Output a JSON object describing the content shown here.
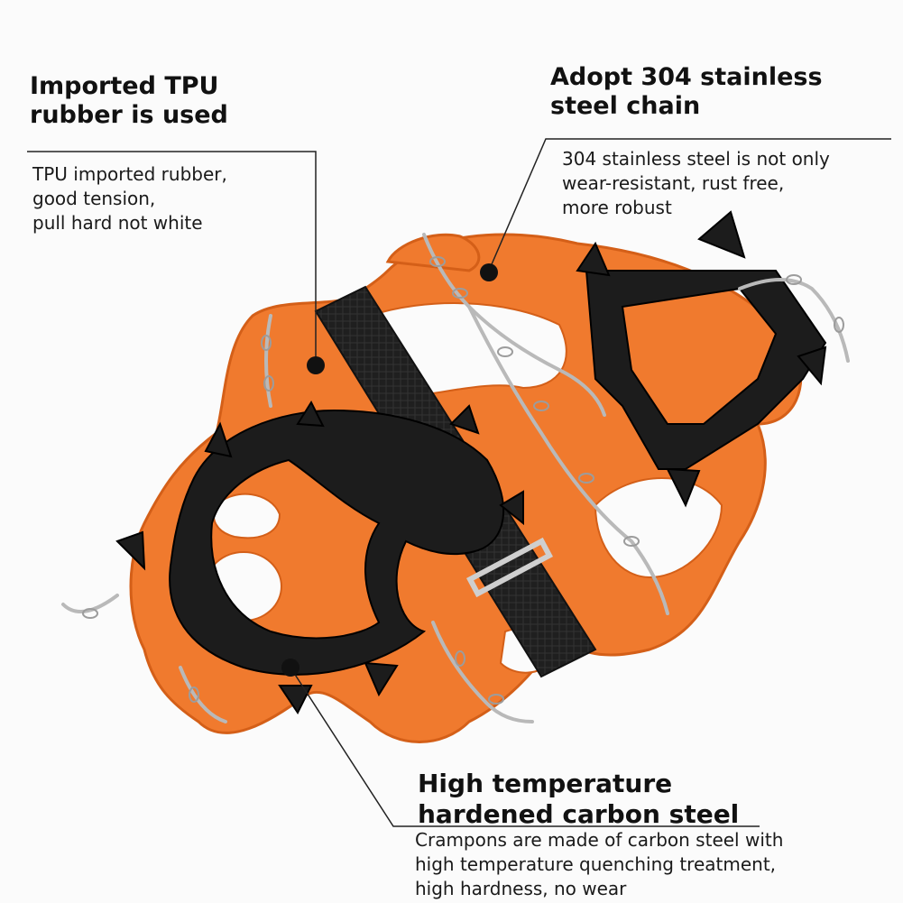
{
  "callouts": {
    "tpu": {
      "title_lines": [
        "Imported TPU",
        "rubber is used"
      ],
      "body_lines": [
        "TPU imported rubber,",
        "good tension,",
        "pull hard not white"
      ]
    },
    "chain": {
      "title_lines": [
        "Adopt 304 stainless",
        "steel chain"
      ],
      "body_lines": [
        "304 stainless steel is not only",
        "wear-resistant, rust free,",
        "more robust"
      ]
    },
    "steel": {
      "title_lines": [
        "High temperature",
        "hardened carbon steel"
      ],
      "body_lines": [
        "Crampons are made of carbon steel with",
        "high temperature quenching treatment,",
        "high hardness, no wear"
      ]
    }
  },
  "colors": {
    "rubber_orange": "#f07a2e",
    "rubber_shadow": "#d45f18",
    "steel_black": "#1c1c1c",
    "strap_black": "#222222",
    "chain_silver": "#b9b9b9",
    "leader_line": "#222222"
  }
}
